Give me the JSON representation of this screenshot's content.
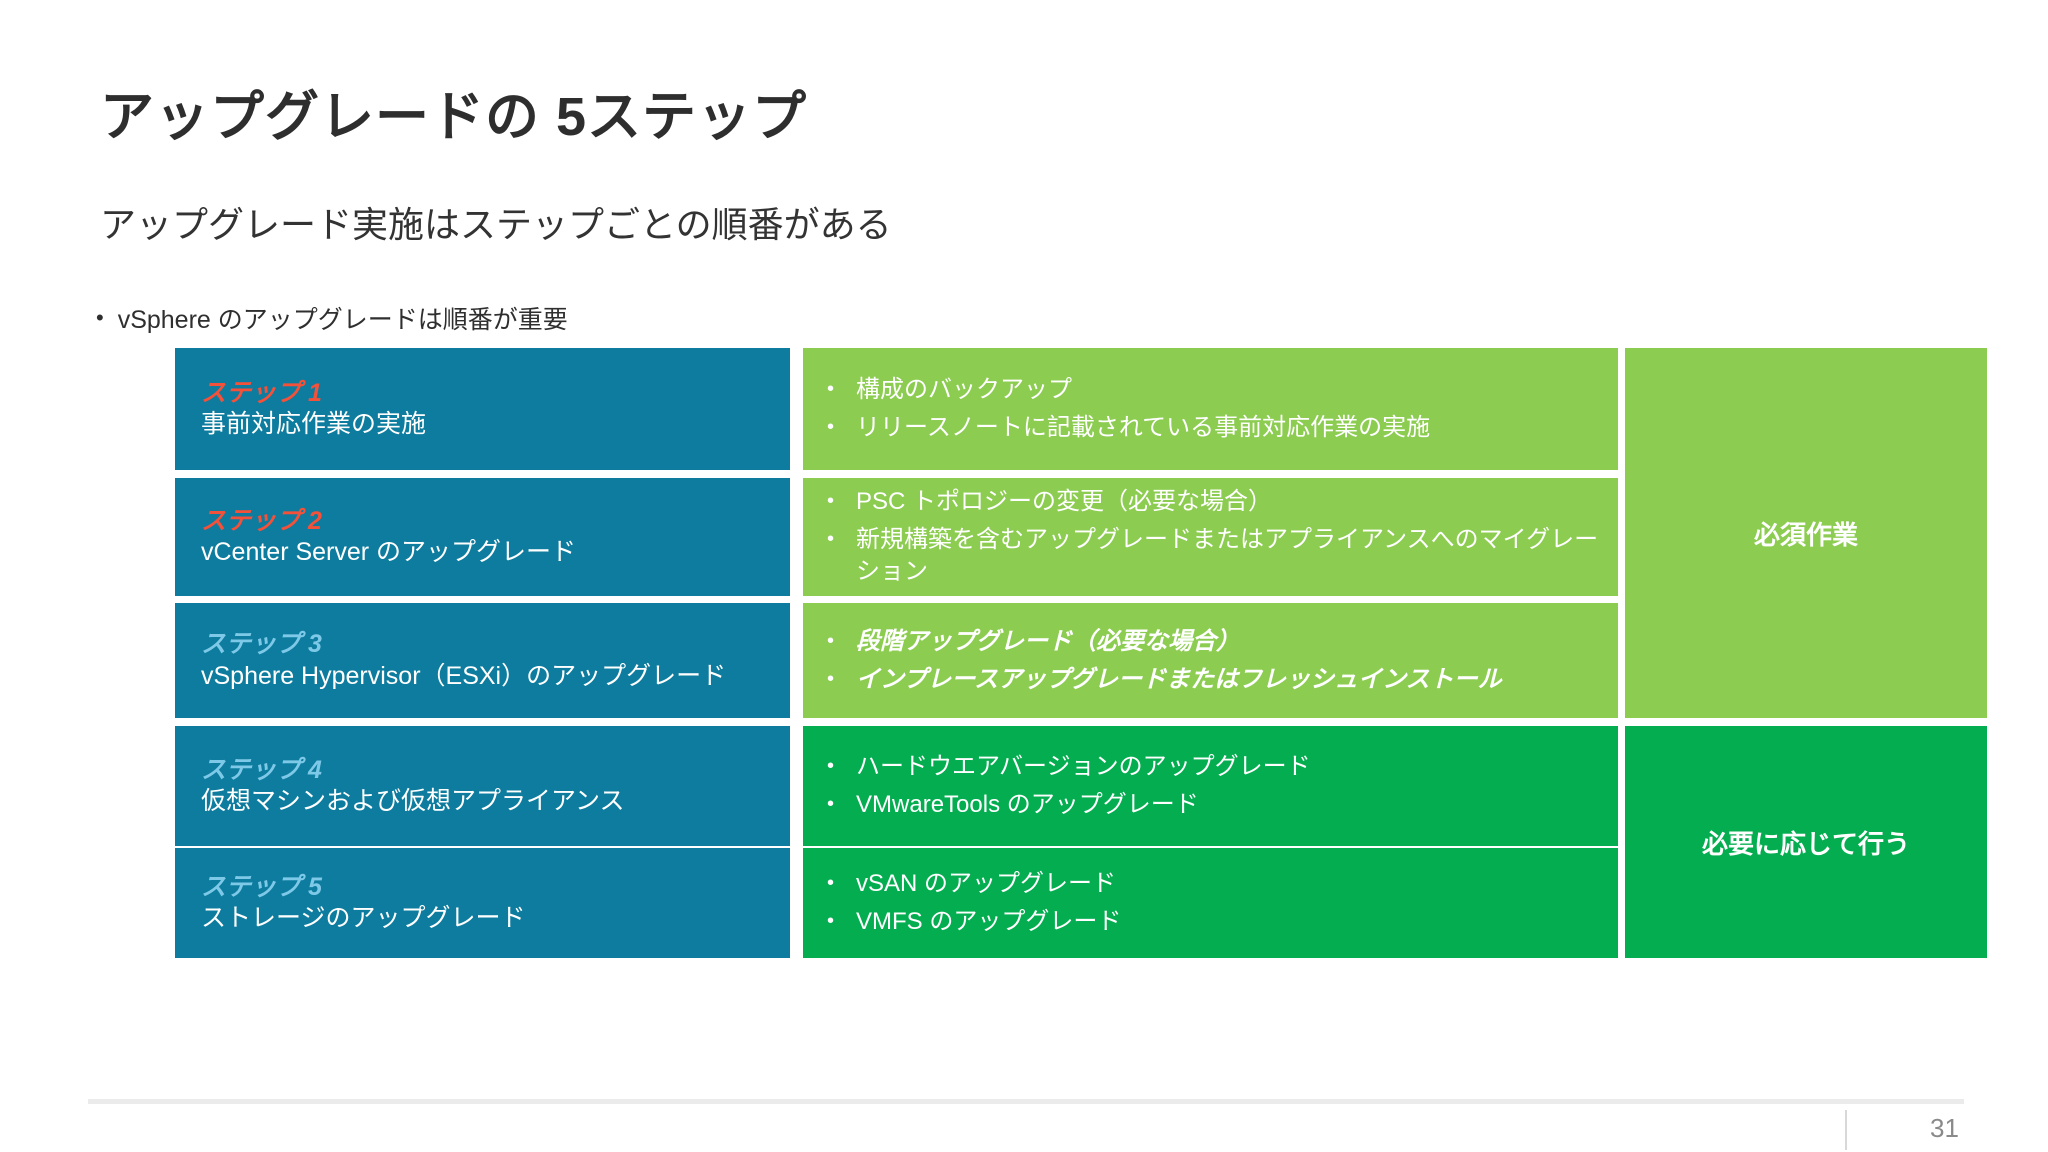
{
  "slide": {
    "title": "アップグレードの 5ステップ",
    "subtitle": "アップグレード実施はステップごとの順番がある",
    "bullet": "vSphere のアップグレードは順番が重要",
    "bullet_marker": "•",
    "page_number": "31"
  },
  "colors": {
    "teal": "#0D7C9E",
    "green_light": "#8CCC51",
    "green_dark": "#04AE50",
    "tag_red": "#F4513A",
    "tag_blue": "#7FC9E8",
    "title_text": "#2E2E2E",
    "page_number_text": "#8A8A8A"
  },
  "steps": [
    {
      "tag": "ステップ 1",
      "tag_color": "red",
      "name": "事前対応作業の実施",
      "details": [
        {
          "text": "構成のバックアップ",
          "italic": false
        },
        {
          "text": "リリースノートに記載されている事前対応作業の実施",
          "italic": false
        }
      ],
      "detail_bg": "green_light"
    },
    {
      "tag": "ステップ 2",
      "tag_color": "red",
      "name": "vCenter Server のアップグレード",
      "details": [
        {
          "text": "PSC トポロジーの変更（必要な場合）",
          "italic": false
        },
        {
          "text": "新規構築を含むアップグレードまたはアプライアンスへのマイグレーション",
          "italic": false
        }
      ],
      "detail_bg": "green_light"
    },
    {
      "tag": "ステップ 3",
      "tag_color": "blue",
      "name": "vSphere Hypervisor（ESXi）のアップグレード",
      "details": [
        {
          "text": "段階アップグレード（必要な場合）",
          "italic": true
        },
        {
          "text": "インプレースアップグレードまたはフレッシュインストール",
          "italic": true
        }
      ],
      "detail_bg": "green_light"
    },
    {
      "tag": "ステップ 4",
      "tag_color": "blue",
      "name": "仮想マシンおよび仮想アプライアンス",
      "details": [
        {
          "text": "ハードウエアバージョンのアップグレード",
          "italic": false
        },
        {
          "text": "VMwareTools のアップグレード",
          "italic": false
        }
      ],
      "detail_bg": "green_dark"
    },
    {
      "tag": "ステップ 5",
      "tag_color": "blue",
      "name": "ストレージのアップグレード",
      "details": [
        {
          "text": "vSAN のアップグレード",
          "italic": false
        },
        {
          "text": "VMFS のアップグレード",
          "italic": false
        }
      ],
      "detail_bg": "green_dark"
    }
  ],
  "summary": [
    {
      "label": "必須作業",
      "bg": "green_light",
      "covers_steps": "1-3"
    },
    {
      "label": "必要に応じて行う",
      "bg": "green_dark",
      "covers_steps": "4-5"
    }
  ]
}
